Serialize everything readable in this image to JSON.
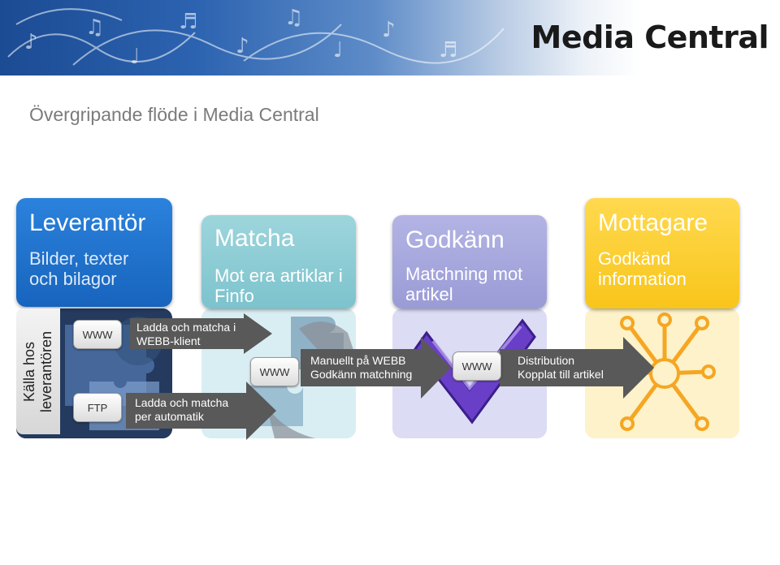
{
  "header": {
    "brand": "Media Central"
  },
  "slide_title": "Övergripande flöde i Media Central",
  "columns": [
    {
      "title": "Leverantör",
      "desc": "Bilder, texter och bilagor"
    },
    {
      "title": "Matcha",
      "desc": "Mot era artiklar i Finfo"
    },
    {
      "title": "Godkänn",
      "desc": "Matchning mot artikel"
    },
    {
      "title": "Mottagare",
      "desc": "Godkänd information"
    }
  ],
  "side_label": "Källa hos leverantören",
  "tags": {
    "www": "WWW",
    "ftp": "FTP"
  },
  "arrows": [
    {
      "line1": "Ladda och matcha i",
      "line2": "WEBB-klient"
    },
    {
      "line1": "Ladda och  matcha",
      "line2": "per automatik"
    },
    {
      "line1": "Manuellt på WEBB",
      "line2": "Godkänn matchning"
    },
    {
      "line1": "Distribution",
      "line2": "Kopplat till artikel"
    }
  ],
  "colors": {
    "leverantor": "#1f6fc9",
    "matcha": "#6ebcc6",
    "godkann": "#9fa0da",
    "mottagare": "#f5c21a"
  }
}
